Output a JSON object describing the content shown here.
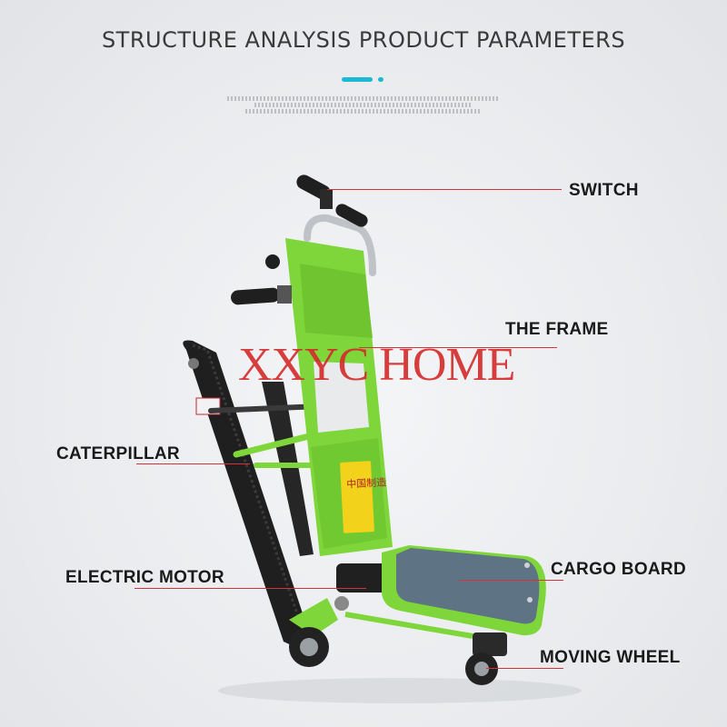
{
  "header": {
    "title": "STRUCTURE ANALYSIS PRODUCT PARAMETERS",
    "accent_color": "#1bb9d6"
  },
  "product": {
    "frame_color": "#7ed63b",
    "board_color": "#5e7384",
    "track_color": "#222222",
    "sticker_color": "#f2d21a",
    "sticker_text": "中国制造"
  },
  "callouts": {
    "switch": "SWITCH",
    "frame": "THE FRAME",
    "caterpillar": "CATERPILLAR",
    "electric_motor": "ELECTRIC MOTOR",
    "cargo_board": "CARGO BOARD",
    "moving_wheel": "MOVING WHEEL",
    "leader_color": "#d4333a"
  },
  "watermark": {
    "text": "XXYC HOME",
    "color": "#d42a2a"
  }
}
